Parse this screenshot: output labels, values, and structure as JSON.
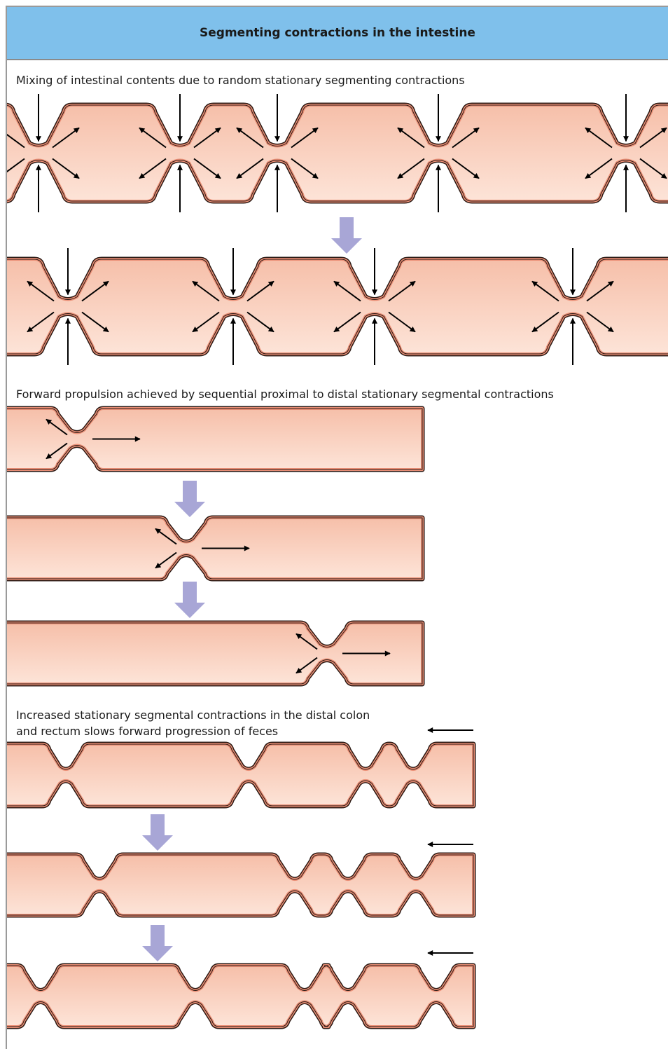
{
  "title": "Segmenting contractions in the intestine",
  "sections": {
    "mixing": {
      "caption": "Mixing of intestinal contents due to random stationary segmenting contractions"
    },
    "propulsion": {
      "caption": "Forward propulsion achieved by sequential proximal to distal stationary segmental contractions"
    },
    "distal": {
      "caption_line1": "Increased stationary segmental contractions in the distal colon",
      "caption_line2": "and rectum slows forward progression of feces"
    }
  },
  "colors": {
    "header": "#7fc0eb",
    "tube_fill_top": "#f6bfa9",
    "tube_fill_bottom": "#fde4d8",
    "tube_outline": "#2b1a14",
    "tube_wall": "#eb8f76",
    "step_arrow": "#a8a6d6",
    "force_arrow": "#000000"
  }
}
